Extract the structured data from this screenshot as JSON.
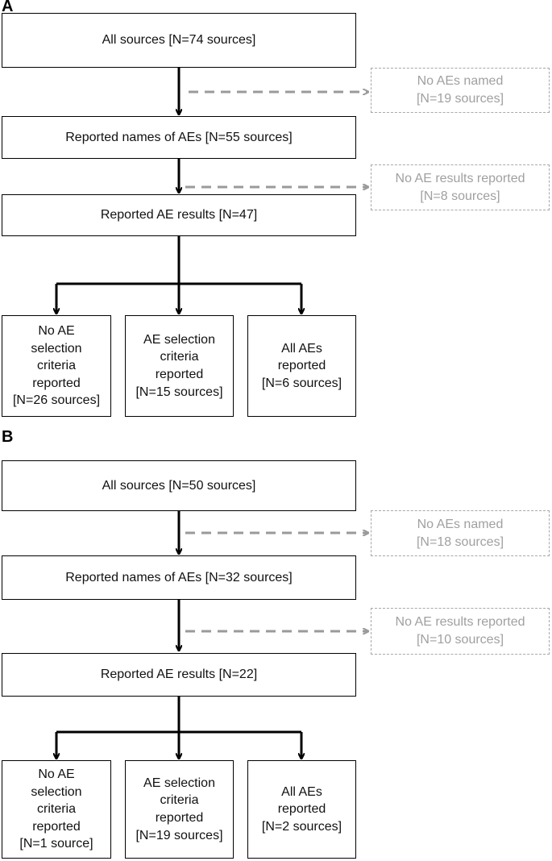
{
  "panels": [
    {
      "label": "A",
      "all_sources": "All sources [N=74 sources]",
      "excluded_1": "No AEs named\n[N=19 sources]",
      "names_reported": "Reported names of AEs [N=55 sources]",
      "excluded_2": "No AE results reported\n[N=8 sources]",
      "results_reported": "Reported AE results [N=47]",
      "leaves": [
        "No AE\nselection\ncriteria\nreported\n[N=26 sources]",
        "AE selection\ncriteria\nreported\n[N=15 sources]",
        "All AEs\nreported\n[N=6 sources]"
      ]
    },
    {
      "label": "B",
      "all_sources": "All sources [N=50 sources]",
      "excluded_1": "No AEs named\n[N=18 sources]",
      "names_reported": "Reported names of AEs [N=32 sources]",
      "excluded_2": "No AE results reported\n[N=10 sources]",
      "results_reported": "Reported AE results [N=22]",
      "leaves": [
        "No AE\nselection\ncriteria\nreported\n[N=1 source]",
        "AE selection\ncriteria\nreported\n[N=19 sources]",
        "All AEs\nreported\n[N=2 sources]"
      ]
    }
  ]
}
